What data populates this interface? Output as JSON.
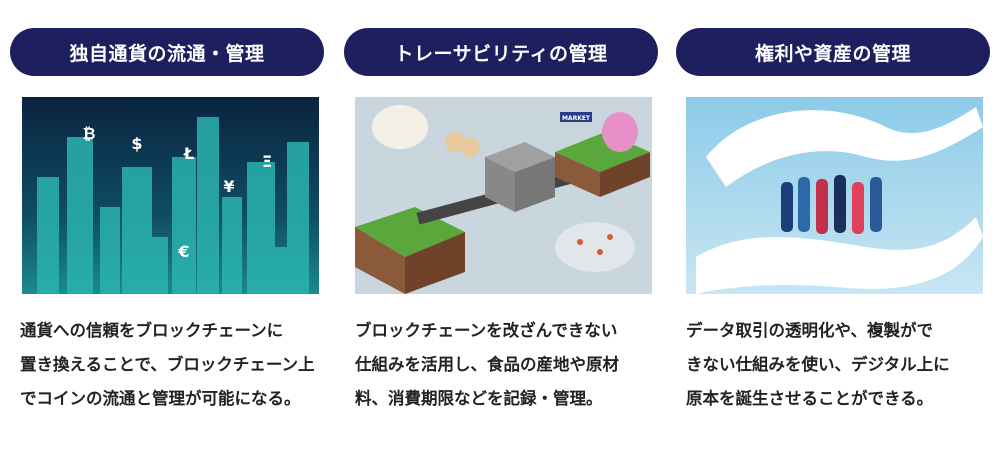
{
  "cards": [
    {
      "title": "独自通貨の流通・管理",
      "image": "cryptocurrency-city-illustration",
      "lines": [
        "通貨への信頼をブロックチェーンに",
        "置き換えることで、ブロックチェーン上",
        "でコインの流通と管理が可能になる。"
      ],
      "symbols": [
        "₿",
        "$",
        "Ł",
        "¥",
        "€",
        "Ξ"
      ]
    },
    {
      "title": "トレーサビリティの管理",
      "image": "food-supply-chain-illustration",
      "lines": [
        "ブロックチェーンを改ざんできない",
        "仕組みを活用し、食品の産地や原材",
        "料、消費期限などを記録・管理。"
      ],
      "sign": "MARKET"
    },
    {
      "title": "権利や資産の管理",
      "image": "hands-protecting-people-illustration",
      "lines": [
        "データ取引の透明化や、複製がで",
        "きない仕組みを使い、デジタル上に",
        "原本を誕生させることができる。"
      ]
    }
  ],
  "colors": {
    "pill": "#1e1f5e",
    "text": "#222222"
  }
}
